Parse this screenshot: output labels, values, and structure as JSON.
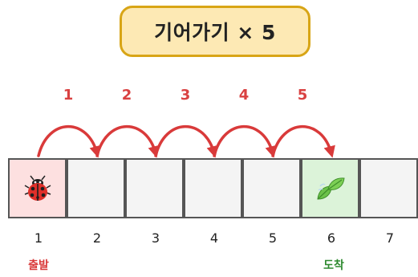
{
  "title": "기어가기 × 5",
  "jumps": [
    "1",
    "2",
    "3",
    "4",
    "5"
  ],
  "cells": [
    {
      "label": "1",
      "fill": "#fde0e0",
      "icon": "ladybug-icon"
    },
    {
      "label": "2",
      "fill": "#f4f4f4",
      "icon": ""
    },
    {
      "label": "3",
      "fill": "#f4f4f4",
      "icon": ""
    },
    {
      "label": "4",
      "fill": "#f4f4f4",
      "icon": ""
    },
    {
      "label": "5",
      "fill": "#f4f4f4",
      "icon": ""
    },
    {
      "label": "6",
      "fill": "#dcf3d9",
      "icon": "leaf-icon"
    },
    {
      "label": "7",
      "fill": "#f4f4f4",
      "icon": ""
    }
  ],
  "start_label": "출발",
  "end_label": "도착",
  "colors": {
    "arrow": "#d93a3a",
    "title_fill": "#fde9b4",
    "title_border": "#d8a516",
    "cell_border": "#555555",
    "start_text": "#d93a3a",
    "end_text": "#2f8a30"
  }
}
